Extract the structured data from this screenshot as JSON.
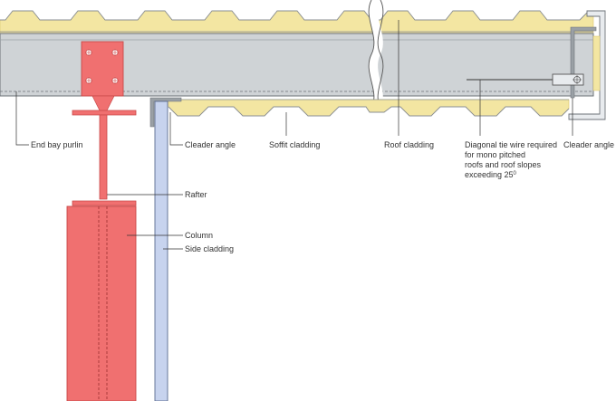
{
  "labels": {
    "end_bay_purlin": "End bay purlin",
    "cleader_angle_left": "Cleader angle",
    "soffit_cladding": "Soffit cladding",
    "roof_cladding": "Roof cladding",
    "diagonal_tie_1": "Diagonal tie wire required",
    "diagonal_tie_2": "for mono pitched",
    "diagonal_tie_3": "roofs and roof slopes",
    "diagonal_tie_4": "exceeding 25",
    "diagonal_tie_sup": "0",
    "cleader_angle_right": "Cleader angle",
    "rafter": "Rafter",
    "column": "Column",
    "side_cladding": "Side cladding"
  },
  "colors": {
    "purlin_fill": "#cfd3d6",
    "purlin_stroke": "#6e7378",
    "insulation": "#f3e6a2",
    "insulation_edge": "#d9c46c",
    "steel_red": "#f07070",
    "steel_red_edge": "#c94a4a",
    "side_cladding": "#c7d3ee",
    "side_cladding_edge": "#5a6a8e",
    "sheet_line": "#8a8f94"
  }
}
